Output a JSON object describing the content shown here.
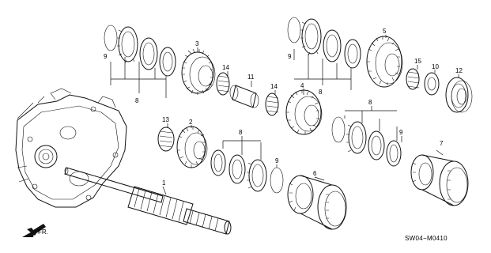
{
  "diagram_code": "SW04−M0410",
  "front_indicator": "FR.",
  "callouts": {
    "c1": "1",
    "c2": "2",
    "c3": "3",
    "c4": "4",
    "c5": "5",
    "c6": "6",
    "c7": "7",
    "c8a": "8",
    "c8b": "8",
    "c8c": "8",
    "c8d": "8",
    "c9a": "9",
    "c9b": "9",
    "c9c": "9",
    "c9d": "9",
    "c10": "10",
    "c11": "11",
    "c12": "12",
    "c13": "13",
    "c14a": "14",
    "c14b": "14",
    "c15": "15"
  },
  "colors": {
    "ink": "#111111",
    "background": "#ffffff"
  }
}
